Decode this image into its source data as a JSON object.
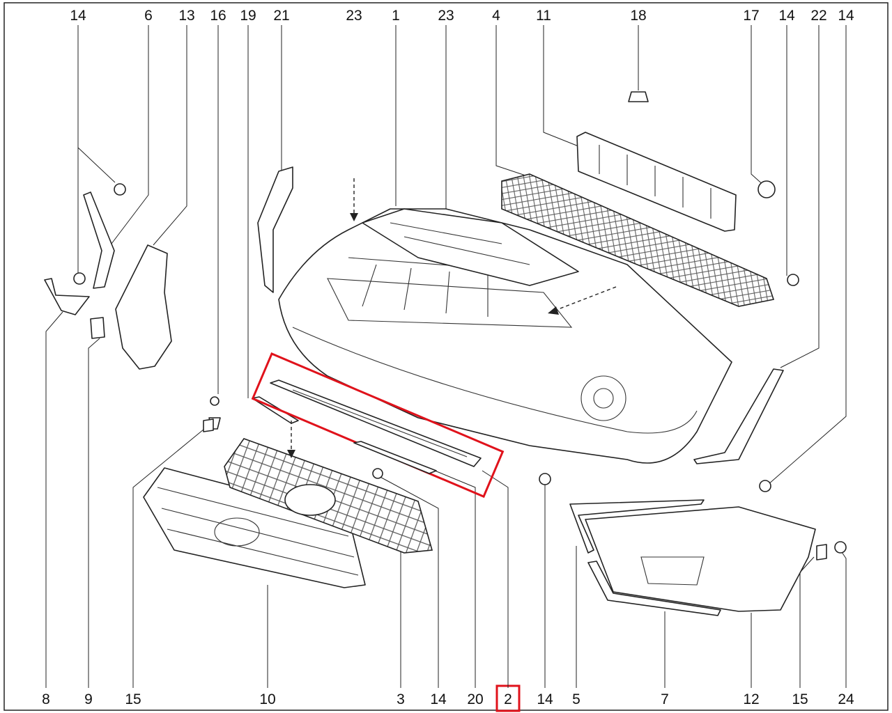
{
  "diagram": {
    "title": "",
    "highlight_color": "#e0121b",
    "line_color": "#222222",
    "callouts_top": [
      "14",
      "6",
      "13",
      "16",
      "19",
      "21",
      "23",
      "1",
      "23",
      "4",
      "11",
      "18",
      "17",
      "14",
      "22",
      "14"
    ],
    "callouts_bottom": [
      "8",
      "9",
      "15",
      "10",
      "3",
      "14",
      "20",
      "2",
      "14",
      "5",
      "7",
      "12",
      "15",
      "24"
    ],
    "highlighted_part": "2"
  }
}
